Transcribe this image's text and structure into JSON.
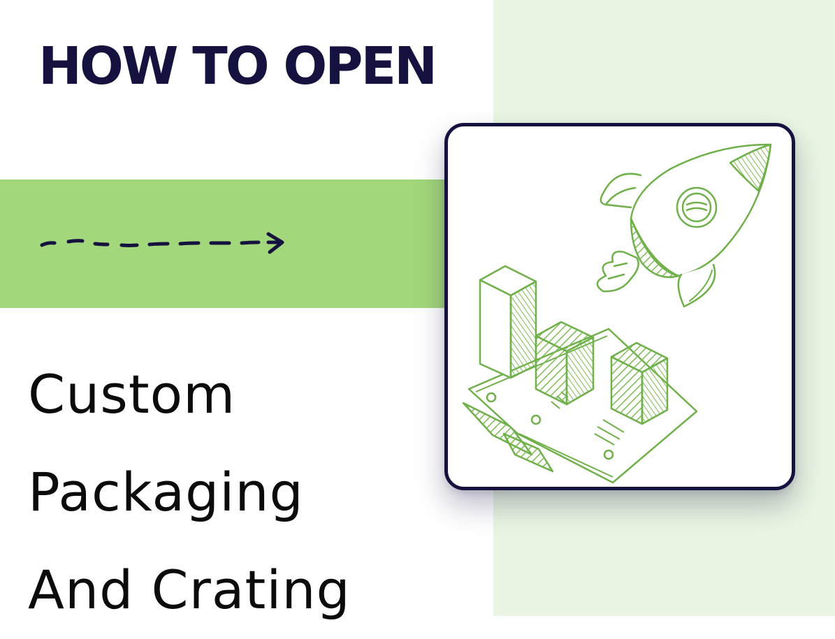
{
  "headline": "HOW TO OPEN",
  "title_lines": [
    "Custom",
    "Packaging",
    "And Crating"
  ],
  "colors": {
    "navy": "#16123f",
    "band_green": "#a2d77b",
    "panel_mint": "#eaf6e3",
    "sketch_green": "#6fb04a",
    "text_black": "#0b0b0b"
  },
  "icons": [
    "dashed-arrow-icon",
    "rocket-icon",
    "bar-chart-icon",
    "banknotes-icon"
  ]
}
